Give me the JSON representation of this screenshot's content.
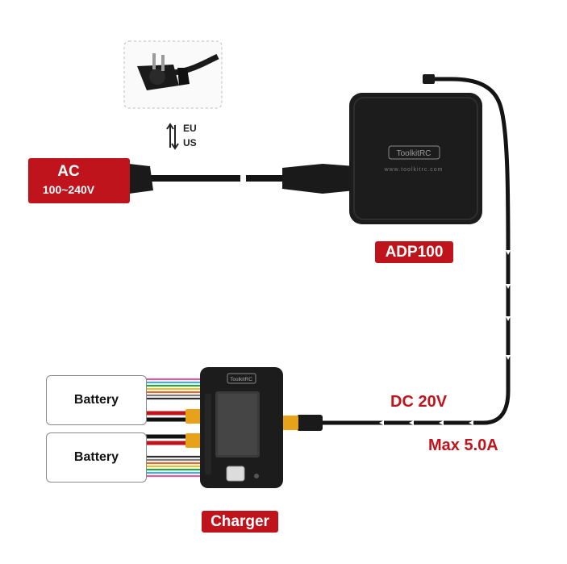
{
  "plug_options": [
    "EU",
    "US"
  ],
  "ac": {
    "title": "AC",
    "range": "100~240V"
  },
  "adapter": {
    "label": "ADP100",
    "brand": "ToolkitRC",
    "url": "www.toolkitrc.com"
  },
  "charger": {
    "label": "Charger",
    "brand": "ToolkitRC"
  },
  "batteries": [
    "Battery",
    "Battery"
  ],
  "output": {
    "voltage": "DC 20V",
    "current": "Max 5.0A"
  },
  "colors": {
    "accent": "#c0141c",
    "device": "#1c1c1c",
    "cable": "#141414"
  }
}
